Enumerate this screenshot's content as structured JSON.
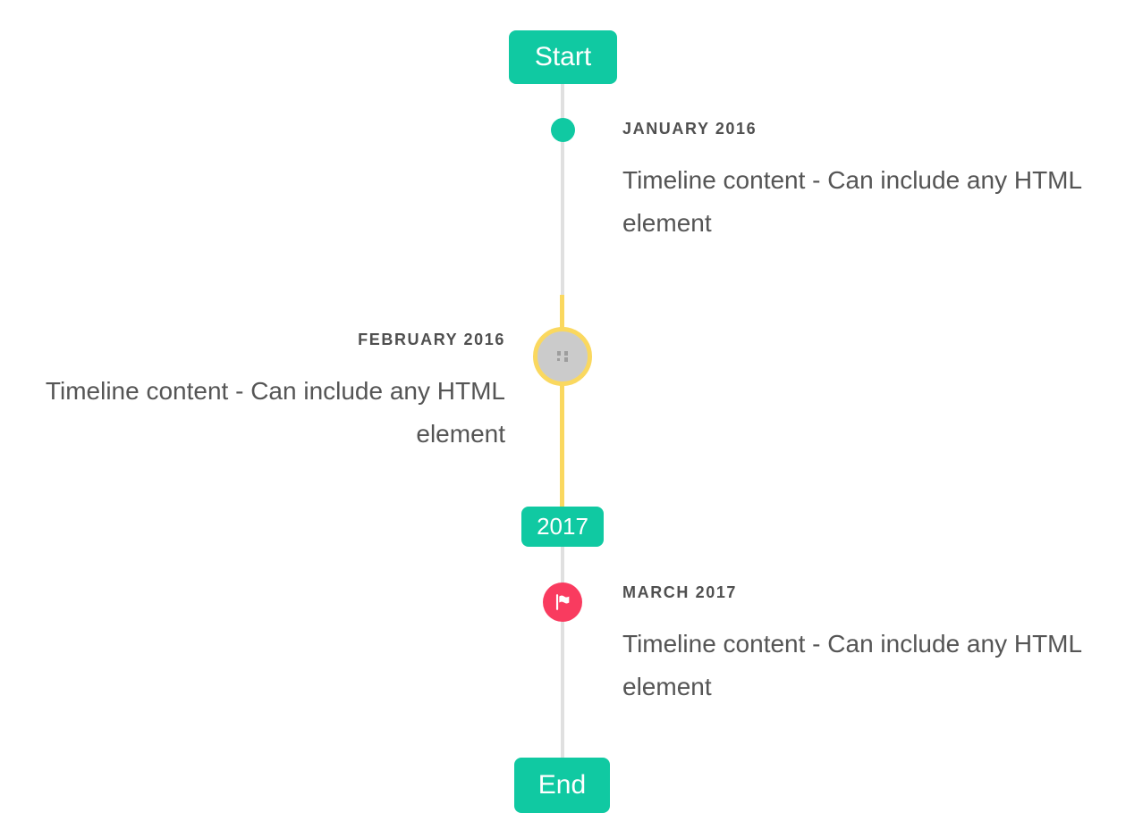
{
  "timeline": {
    "start_label": "Start",
    "end_label": "End",
    "year_badge_label": "2017",
    "items": [
      {
        "title": "JANUARY 2016",
        "content": "Timeline content - Can include any HTML element",
        "side": "right",
        "marker": "teal-dot"
      },
      {
        "title": "FEBRUARY 2016",
        "content": "Timeline content - Can include any HTML element",
        "side": "left",
        "marker": "gray-circle-yellow-ring-broken-image"
      },
      {
        "title": "MARCH 2017",
        "content": "Timeline content - Can include any HTML element",
        "side": "right",
        "marker": "pink-flag"
      }
    ],
    "colors": {
      "teal": "#10c9a2",
      "pink": "#f93b5f",
      "yellow": "#fad85f",
      "line_gray": "#e0e0e0",
      "circle_gray": "#cbcbcb",
      "icon_gray": "#9d9d9d",
      "title_color": "#4f4f4f",
      "content_color": "#555555",
      "bg": "#ffffff"
    }
  }
}
